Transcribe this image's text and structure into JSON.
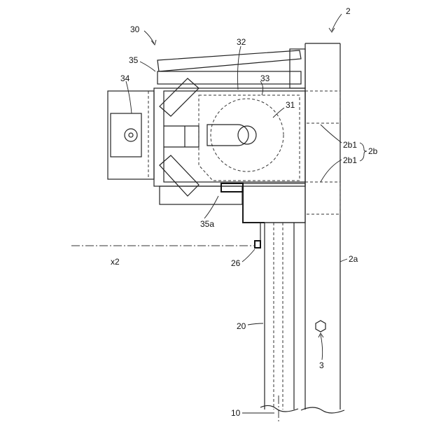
{
  "labels": {
    "l2": "2",
    "l30": "30",
    "l32": "32",
    "l35": "35",
    "l34": "34",
    "l33": "33",
    "l31": "31",
    "l2b1_top": "2b1",
    "l2b": "2b",
    "l2b1_bottom": "2b1",
    "l35a": "35a",
    "lx2": "x2",
    "l26": "26",
    "l2a": "2a",
    "l20": "20",
    "l3": "3",
    "l10": "10"
  }
}
